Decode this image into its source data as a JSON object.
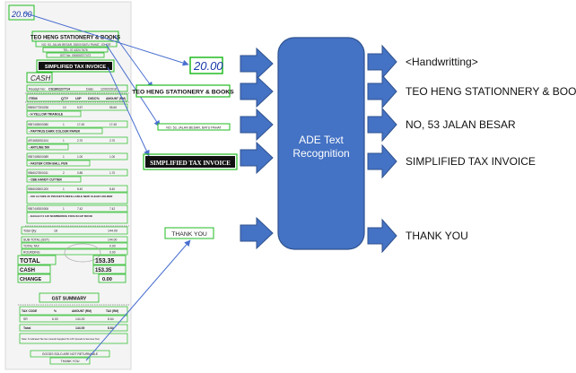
{
  "colors": {
    "arrow_fill": "#4472c4",
    "arrow_stroke": "#2f528f",
    "box_fill": "#4472c4",
    "box_stroke": "#2f528f",
    "detect_box": "#22bb22",
    "connector": "#4a6fd0",
    "handwriting": "#1a3aa8"
  },
  "ocr_box": {
    "label_line1": "ADE Text",
    "label_line2": "Recognition"
  },
  "outputs": [
    {
      "label": "<Handwritting>"
    },
    {
      "label": "TEO HENG STATIONNERY & BOOKS"
    },
    {
      "label": "NO, 53 JALAN BESAR"
    },
    {
      "label": "SIMPLIFIED TAX INVOICE"
    },
    {
      "label": "THANK YOU"
    }
  ],
  "crops": {
    "handwriting": "20.00",
    "shop_name": "TEO HENG STATIONERY & BOOKS",
    "address": "NO. 53, JALAN BESAR, BATU PAHAT",
    "tax_invoice": "SIMPLIFIED TAX INVOICE",
    "thank_you": "THANK YOU"
  },
  "receipt": {
    "handwriting": "20.00",
    "shop_name": "TEO HENG STATIONERY & BOOKS",
    "address": "NO. 53, JALAN BESAR, 83000 BATU PAHAT, JOHOR",
    "tel": "TEL: 07-4324 7676",
    "gst_no": "GST No: 000650377472",
    "invoice_title": "SIMPLIFIED TAX INVOICE",
    "cash": "CASH",
    "receipt_no_label": "Receipt No:",
    "receipt_no": "CS18022/7714",
    "date_label": "Date:",
    "date": "12/02/2018",
    "col_item": "ITEM",
    "col_qty": "QTY",
    "col_up": "U/P",
    "col_disc": "DISC%",
    "col_amount": "AMOUNT (RM)",
    "items": [
      {
        "code": "9555077300236",
        "qty": "10",
        "price": "5.57",
        "amount": "55.66",
        "desc": "- H YELLOW TRIANGLE"
      },
      {
        "code": "9557405000080",
        "qty": "1",
        "price": "17.45",
        "amount": "17.45",
        "desc": "- PAPYRUS DARK COLOUR PAPER"
      },
      {
        "code": "4974652051104",
        "qty": "1",
        "price": "2.70",
        "amount": "2.70",
        "desc": "- ARTLINE 500"
      },
      {
        "code": "9557405000089",
        "qty": "1",
        "price": "1.00",
        "amount": "1.00",
        "desc": "- FASTER CX5H BALL PEN"
      },
      {
        "code": "9556027800011",
        "qty": "2",
        "price": "0.85",
        "amount": "1.70",
        "desc": "- CBE HANDY CUTTER"
      },
      {
        "code": "9556026501200",
        "qty": "1",
        "price": "8.40",
        "amount": "8.40",
        "desc": "- CKI A4 SIZE 20 POCKETS REFILLABLE NEW CLEAR HOLDER"
      },
      {
        "code": "9557449300006",
        "qty": "1",
        "price": "7.42",
        "amount": "7.42",
        "desc": "- EAGLE F4 120 NUMBERING FOOLSCAP BOOK"
      }
    ],
    "total_qty_label": "Total Qty:",
    "total_qty": "18",
    "total_qty_amount": "144.00",
    "sub_total_label": "SUB-TOTAL (GST)",
    "sub_total": "144.00",
    "total_tax_label": "TOTAL TAX",
    "total_tax": "0.00",
    "rounding_label": "ROUNDING",
    "rounding": "0.00",
    "total_label": "TOTAL",
    "total": "153.35",
    "cash_label": "CASH",
    "cash_amount": "153.35",
    "change_label": "CHANGE",
    "change": "0.00",
    "gst_summary": "GST SUMMARY",
    "gst_cols": [
      "TAX CODE",
      "%",
      "AMOUNT (RM)",
      "TAX (RM)"
    ],
    "gst_row": [
      "SR",
      "6.00",
      "144.00",
      "8.64"
    ],
    "gst_total_label": "Total",
    "gst_total": [
      "144.00",
      "8.64"
    ],
    "note": "Note: S Indicated Tax Item Goods Supplied To GST (Goods & Services Tax)",
    "goods_sold": "GOODS SOLD ARE NOT RETURNABLE",
    "thank_you": "THANK YOU"
  }
}
